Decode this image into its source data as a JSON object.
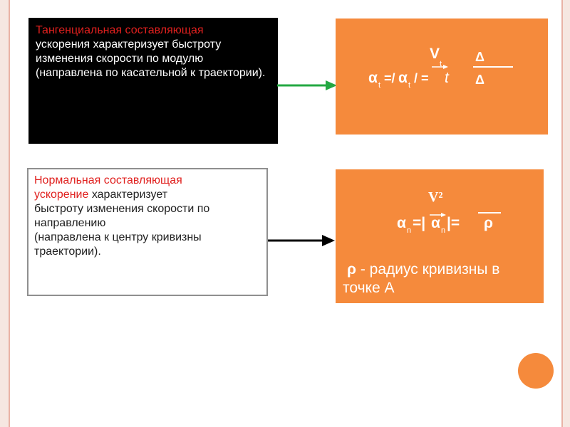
{
  "tangential": {
    "heading": "Тангенциальная составляющая",
    "body": "ускорения характеризует быстроту изменения скорости по модулю (направлена по  касательной к траектории)."
  },
  "tangential_formula": {
    "v": "V",
    "v_sub": "t",
    "delta_top": "Δ",
    "lhs": "α",
    "lhs_sub": "t",
    "eq1": "=/",
    "abs_a": "α",
    "abs_sub": "t",
    "eq2": "/ =",
    "t": "t",
    "delta_bottom": "Δ"
  },
  "normal": {
    "heading_line1": "Нормальная составляющая",
    "heading_line2": "ускорение",
    "body_first": " характеризует",
    "body_rest": "быстроту изменения скорости по направлению",
    "body_paren": "(направлена к центру кривизны траектории)."
  },
  "normal_formula": {
    "v2": "V²",
    "lhs": "α",
    "lhs_sub": "n",
    "eq1": "=|",
    "abs_a": "α",
    "abs_sub": "n",
    "eq2": "|=",
    "rho": "ρ"
  },
  "radius_note": {
    "rho": "ρ",
    "text_line1": " - радиус кривизны в",
    "text_line2": "точке А"
  },
  "colors": {
    "orange": "#f58a3c",
    "red_heading": "#e0201e",
    "green_arrow": "#23a842",
    "black_arrow": "#000000",
    "slide_border": "#e9b3a6"
  }
}
